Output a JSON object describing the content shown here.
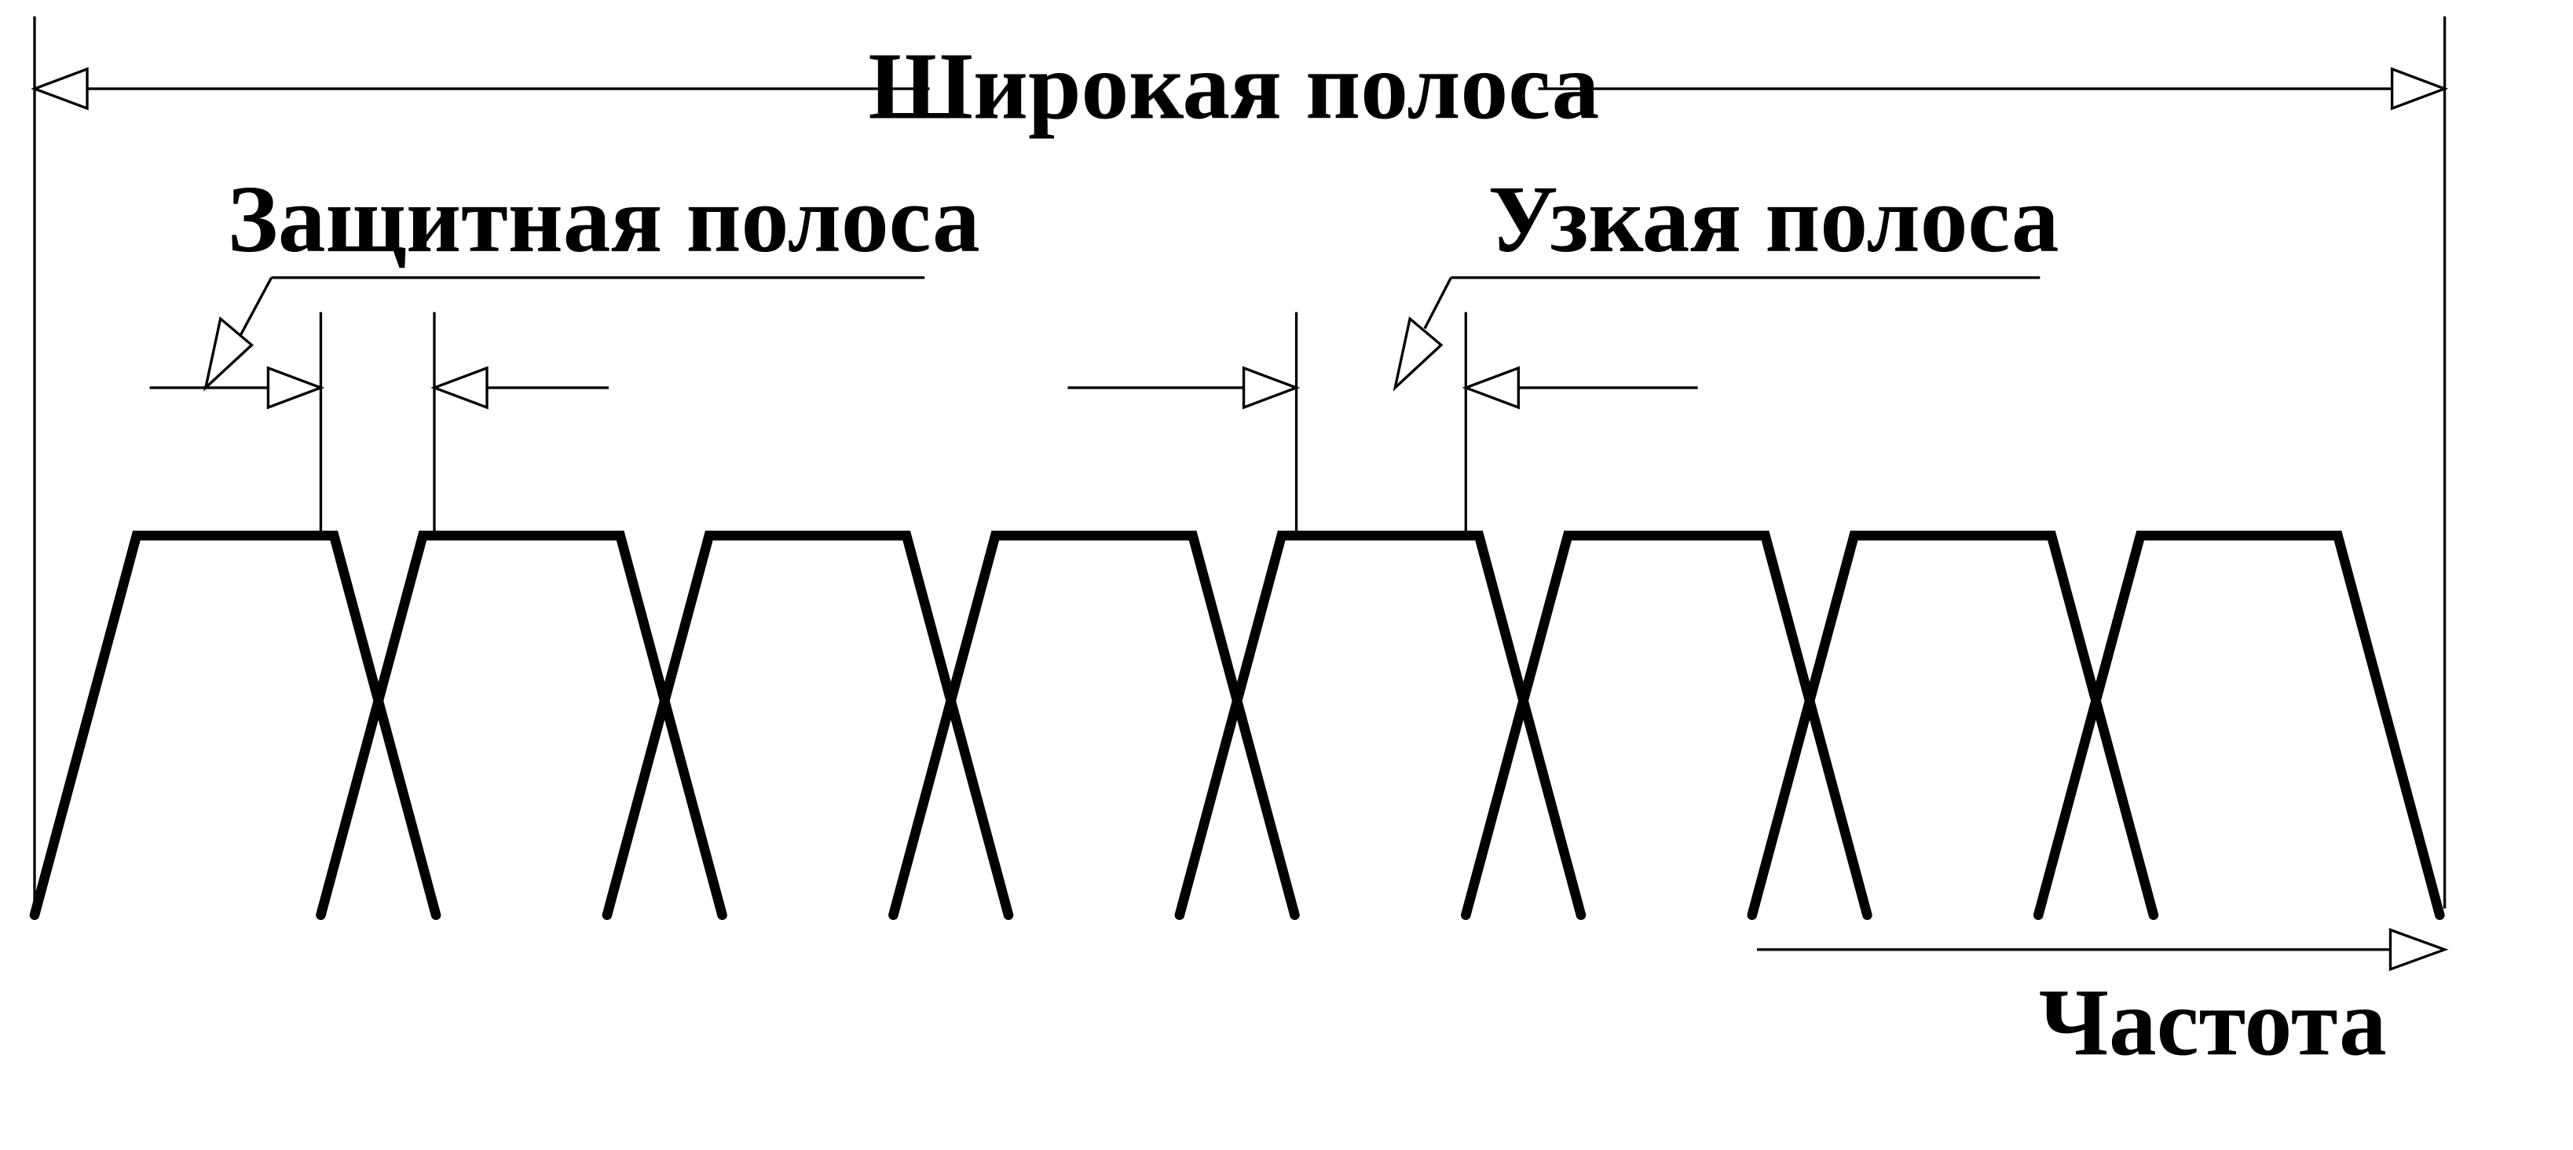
{
  "labels": {
    "wideband": "Широкая полоса",
    "guard_band": "Защитная полоса",
    "narrow_band": "Узкая полоса",
    "frequency": "Частота"
  },
  "diagram": {
    "subchannel_count": 8,
    "colors": {
      "stroke": "#000000",
      "background": "#ffffff",
      "arrow_fill": "#ffffff"
    }
  }
}
